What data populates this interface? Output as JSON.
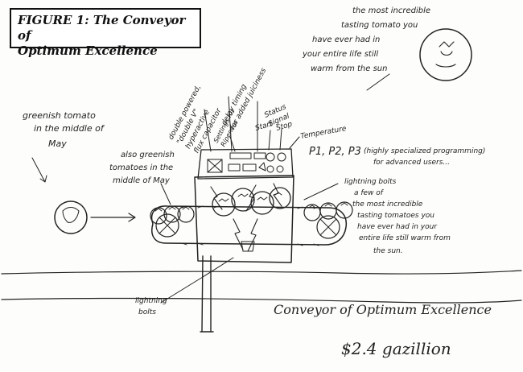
{
  "title": {
    "line1": "FIGURE 1: The Conveyor of",
    "line2": "Optimum Excellence"
  },
  "labels": {
    "greenish_left": [
      "greenish tomato",
      "in the middle of",
      "May"
    ],
    "greenish_belt": [
      "also greenish",
      "tomatoes in the",
      "middle of May"
    ],
    "double_powered": [
      "double powered,",
      "\"double V\"",
      "hyperactive",
      "flux capacitor"
    ],
    "delay_timing": [
      "delay timing",
      "for added juiciness"
    ],
    "settings": [
      "Settings for",
      "Ripeness"
    ],
    "status": [
      "Status",
      "Signal"
    ],
    "start": "Start",
    "stop": "Stop",
    "temperature": "Temperature",
    "programs": "P1, P2, P3",
    "programs_note": [
      "(highly specialized programming)",
      "for advanced users..."
    ],
    "top_right": [
      "the most incredible",
      "tasting tomato you",
      "have ever had in",
      "your entire life still",
      "warm from the sun"
    ],
    "lightning_right": [
      "lightning bolts",
      "a few of",
      "the most incredible",
      "tasting tomatoes you",
      "have ever had in your",
      "entire life still warm from",
      "the sun."
    ],
    "lightning_bottom": [
      "lightning",
      "bolts"
    ],
    "caption": "Conveyor of Optimum Excellence",
    "price": "$2.4 gazillion"
  }
}
